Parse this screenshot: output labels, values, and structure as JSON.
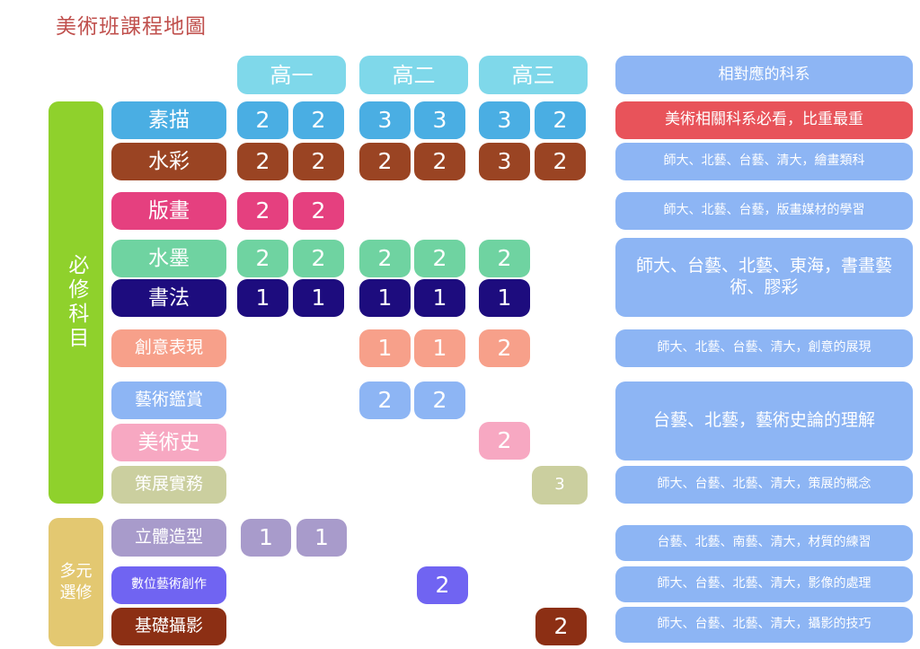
{
  "title": "美術班課程地圖",
  "years": [
    "高一",
    "高二",
    "高三"
  ],
  "dept_header": "相對應的科系",
  "groups": {
    "required": "必修科目",
    "elective": "多元選修"
  },
  "subjects": [
    {
      "name": "素描",
      "color": "#4aaee3",
      "credits": [
        "2",
        "2",
        "3",
        "3",
        "3",
        "2"
      ],
      "dept": "美術相關科系必看，比重最重",
      "dept_color": "#e8535a"
    },
    {
      "name": "水彩",
      "color": "#9a4423",
      "credits": [
        "2",
        "2",
        "2",
        "2",
        "3",
        "2"
      ],
      "dept": "師大、北藝、台藝、清大，繪畫類科",
      "dept_color": "#8db5f4"
    },
    {
      "name": "版畫",
      "color": "#e5407f",
      "credits": [
        "2",
        "2",
        "",
        "",
        "",
        ""
      ],
      "dept": "師大、北藝、台藝，版畫媒材的學習",
      "dept_color": "#8db5f4"
    },
    {
      "name": "水墨",
      "color": "#6fd3a1",
      "credits": [
        "2",
        "2",
        "2",
        "2",
        "2",
        ""
      ],
      "dept": "師大、台藝、北藝、東海，書畫藝術、膠彩",
      "dept_color": "#8db5f4"
    },
    {
      "name": "書法",
      "color": "#1d0c7e",
      "credits": [
        "1",
        "1",
        "1",
        "1",
        "1",
        ""
      ],
      "dept": "",
      "dept_color": "#8db5f4"
    },
    {
      "name": "創意表現",
      "color": "#f7a08a",
      "credits": [
        "",
        "",
        "1",
        "1",
        "2",
        ""
      ],
      "dept": "師大、北藝、台藝、清大，創意的展現",
      "dept_color": "#8db5f4"
    },
    {
      "name": "藝術鑑賞",
      "color": "#8db5f4",
      "credits": [
        "",
        "",
        "2",
        "2",
        "",
        ""
      ],
      "dept": "台藝、北藝，藝術史論的理解",
      "dept_color": "#8db5f4"
    },
    {
      "name": "美術史",
      "color": "#f7a8c2",
      "credits": [
        "",
        "",
        "",
        "",
        "2",
        ""
      ],
      "dept": "",
      "dept_color": "#8db5f4"
    },
    {
      "name": "策展實務",
      "color": "#cbcf9f",
      "credits": [
        "",
        "",
        "",
        "",
        "",
        "3"
      ],
      "dept": "師大、台藝、北藝、清大，策展的概念",
      "dept_color": "#8db5f4"
    },
    {
      "name": "立體造型",
      "color": "#a89bcb",
      "credits": [
        "1",
        "1",
        "",
        "",
        "",
        ""
      ],
      "dept": "台藝、北藝、南藝、清大，材質的練習",
      "dept_color": "#8db5f4"
    },
    {
      "name": "數位藝術創作",
      "color": "#7064f2",
      "credits": [
        "",
        "",
        "",
        "2",
        "",
        ""
      ],
      "dept": "師大、台藝、北藝、清大，影像的處理",
      "dept_color": "#8db5f4"
    },
    {
      "name": "基礎攝影",
      "color": "#8c2f14",
      "credits": [
        "",
        "",
        "",
        "",
        "",
        "2"
      ],
      "dept": "師大、台藝、北藝、清大，攝影的技巧",
      "dept_color": "#8db5f4"
    }
  ],
  "colors": {
    "year_header": "#7fd8ea",
    "required_group": "#8fd12c",
    "elective_group": "#e3c871",
    "title": "#c0504d"
  }
}
